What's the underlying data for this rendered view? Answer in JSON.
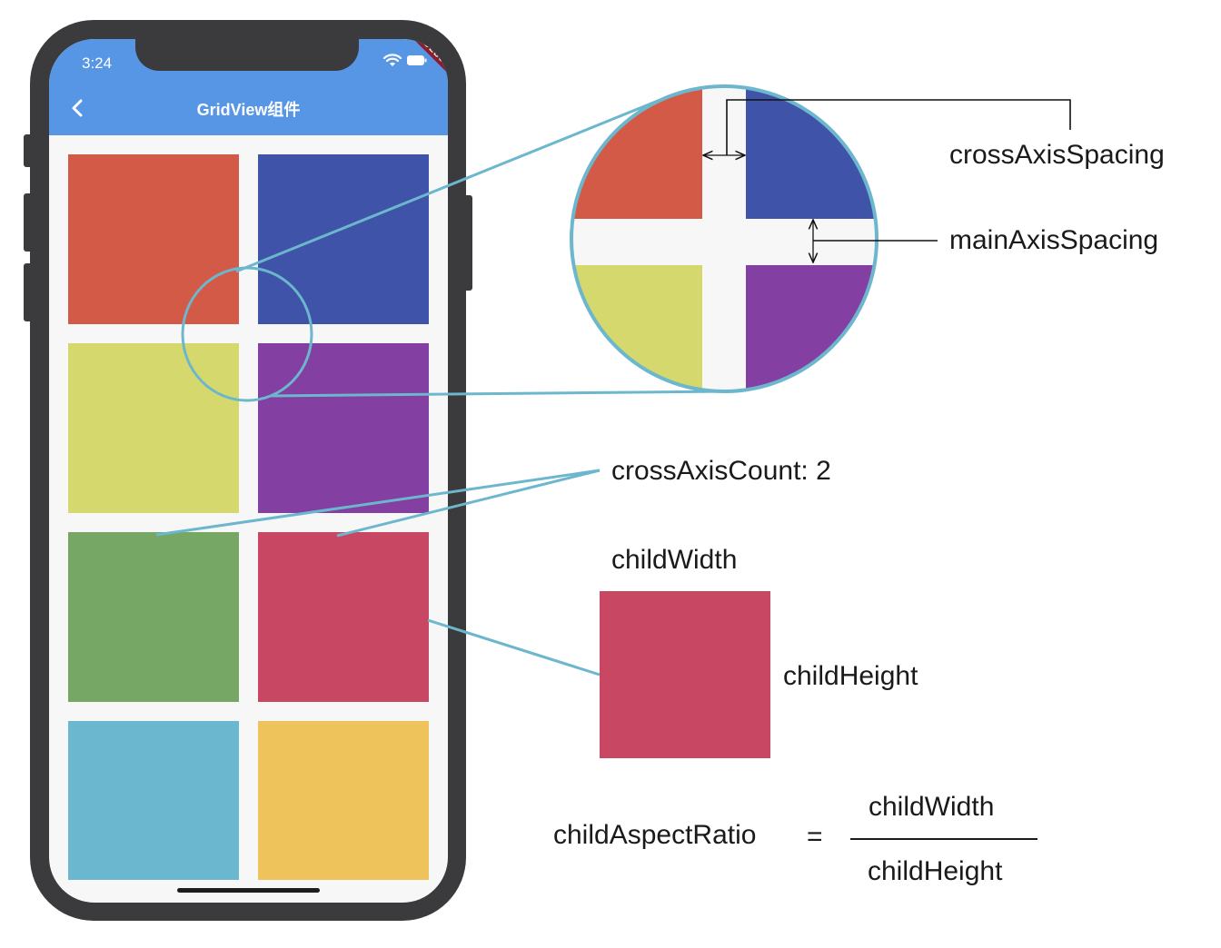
{
  "phone": {
    "status_time": "3:24",
    "app_title": "GridView组件",
    "debug_banner": "DEBUG",
    "appbar_color": "#5696e5",
    "icons": [
      "back-chevron-icon",
      "wifi-icon",
      "battery-icon"
    ]
  },
  "grid": {
    "cross_axis_count": 2,
    "tiles": [
      {
        "color": "#d45a48"
      },
      {
        "color": "#3f53a8"
      },
      {
        "color": "#d5d96d"
      },
      {
        "color": "#843fa3"
      },
      {
        "color": "#77a764"
      },
      {
        "color": "#c84763"
      },
      {
        "color": "#6cb7d0"
      },
      {
        "color": "#efc35c"
      }
    ]
  },
  "annotations": {
    "cross_axis_spacing": "crossAxisSpacing",
    "main_axis_spacing": "mainAxisSpacing",
    "cross_axis_count": "crossAxisCount: 2",
    "child_width": "childWidth",
    "child_height": "childHeight",
    "aspect_ratio_label": "childAspectRatio",
    "equals": "=",
    "numerator": "childWidth",
    "denominator": "childHeight"
  },
  "colors": {
    "callout_line": "#6cb7cd",
    "phone_frame": "#3b3b3d",
    "child_box": "#c84763"
  }
}
